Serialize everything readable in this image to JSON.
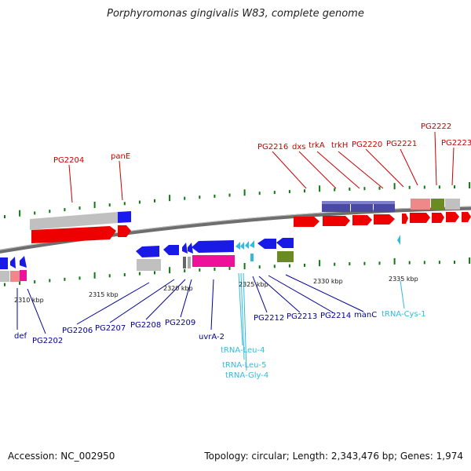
{
  "title": "Porphyromonas gingivalis W83, complete genome",
  "footer": {
    "accession": "Accession: NC_002950",
    "summary": "Topology: circular; Length: 2,343,476 bp; Genes: 1,974"
  },
  "scale_labels": [
    "2310 kbp",
    "2315 kbp",
    "2320 kbp",
    "2325 kbp",
    "2330 kbp",
    "2335 kbp"
  ],
  "top_labels": [
    "PG2204",
    "panE",
    "PG2216",
    "dxs",
    "trkA",
    "trkH",
    "PG2220",
    "PG2221",
    "PG2222",
    "PG2223"
  ],
  "bottom_labels": [
    "def",
    "PG2202",
    "PG2206",
    "PG2207",
    "PG2208",
    "PG2209",
    "uvrA-2",
    "tRNA-Leu-4",
    "tRNA-Leu-5",
    "tRNA-Gly-4",
    "PG2212",
    "PG2213",
    "PG2214",
    "manC",
    "tRNA-Cys-1"
  ],
  "colors": {
    "forward_label": "#cc0000",
    "reverse_label": "#000099",
    "trna_label": "#33bbdd",
    "backbone": "#777777",
    "tick": "#117711"
  }
}
